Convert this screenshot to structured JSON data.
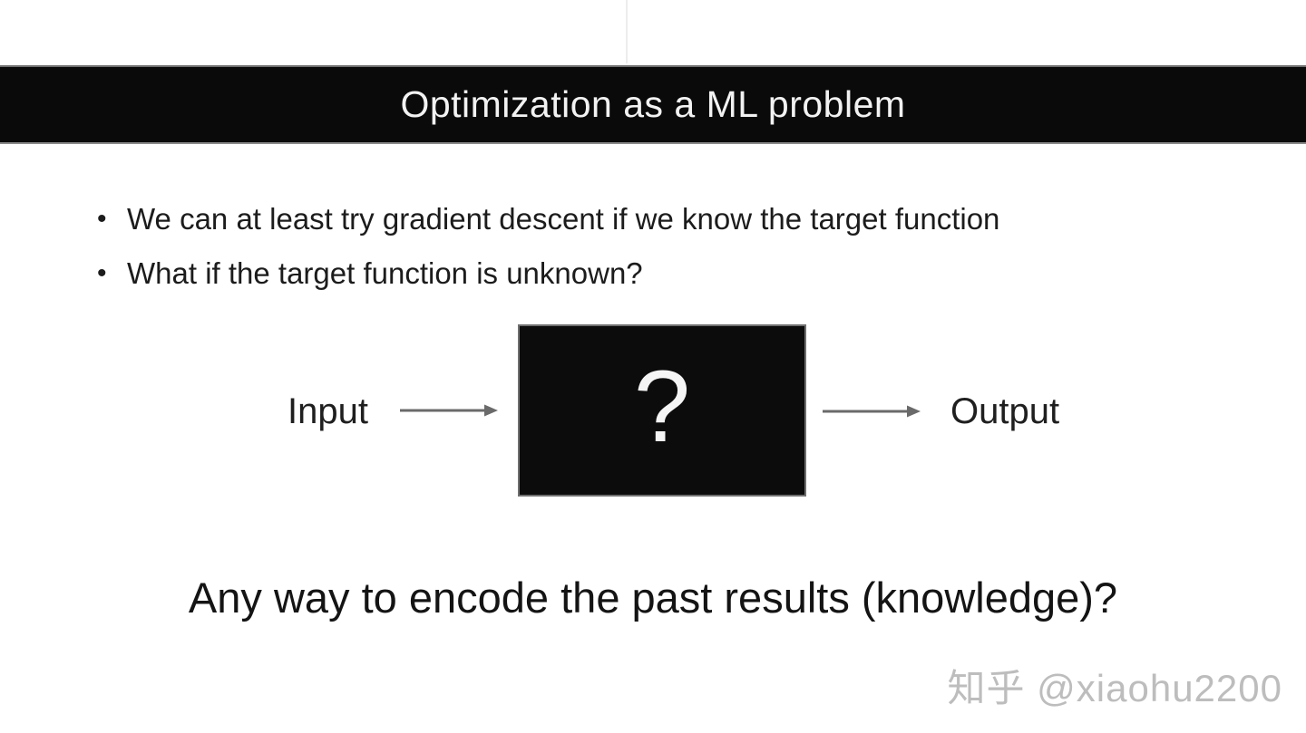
{
  "slide": {
    "title": "Optimization as a ML problem",
    "bullets": [
      "We can at least try gradient descent if we know the target function",
      "What if the target function is unknown?"
    ],
    "diagram": {
      "input_label": "Input",
      "box_symbol": "?",
      "output_label": "Output"
    },
    "question": "Any way to encode the past results (knowledge)?",
    "colors": {
      "title_bar_bg": "#0a0a0a",
      "title_text": "#f2f2f2",
      "body_text": "#1c1c1c",
      "box_bg": "#0c0c0c",
      "box_symbol": "#f5f5f5",
      "arrow": "#6a6a6a",
      "watermark": "#bdbdbd"
    }
  },
  "watermark": {
    "text": "知乎 @xiaohu2200"
  }
}
